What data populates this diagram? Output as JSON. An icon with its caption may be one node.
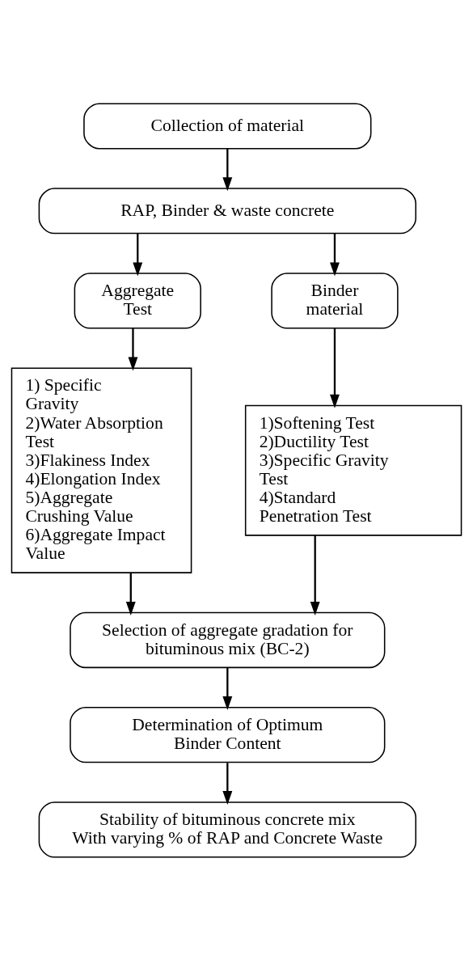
{
  "diagram": {
    "nodes": [
      {
        "text": [
          "Collection of material"
        ]
      },
      {
        "text": [
          "RAP, Binder & waste concrete"
        ]
      },
      {
        "text": [
          "Aggregate Test"
        ]
      },
      {
        "text": [
          "Binder material"
        ]
      },
      {
        "text": [
          "1) Specific Gravity",
          "2)Water Absorption Test",
          "3)Flakiness Index",
          "4)Elongation Index",
          "5)Aggregate Crushing Value",
          "6)Aggregate Impact Value"
        ]
      },
      {
        "text": [
          "1)Softening Test",
          "2)Ductility Test",
          "3)Specific Gravity Test",
          "4)Standard Penetration Test"
        ]
      },
      {
        "text": [
          "Selection of aggregate gradation for bituminous mix (BC-2)"
        ]
      },
      {
        "text": [
          "Determination of Optimum Binder Content"
        ]
      },
      {
        "text": [
          "Stability of bituminous concrete mix With varying % of RAP and Concrete Waste"
        ]
      }
    ],
    "edges": [
      {
        "from": 0,
        "to": 1,
        "arrow": "to"
      },
      {
        "from": 1,
        "to": 2,
        "arrow": "to"
      },
      {
        "from": 1,
        "to": 3,
        "arrow": "to"
      },
      {
        "from": 2,
        "to": 4,
        "arrow": "to"
      },
      {
        "from": 3,
        "to": 5,
        "arrow": "to"
      },
      {
        "from": 4,
        "to": 6,
        "arrow": "to"
      },
      {
        "from": 5,
        "to": 6,
        "arrow": "to"
      },
      {
        "from": 6,
        "to": 7,
        "arrow": "to"
      },
      {
        "from": 7,
        "to": 8,
        "arrow": "to"
      }
    ]
  }
}
